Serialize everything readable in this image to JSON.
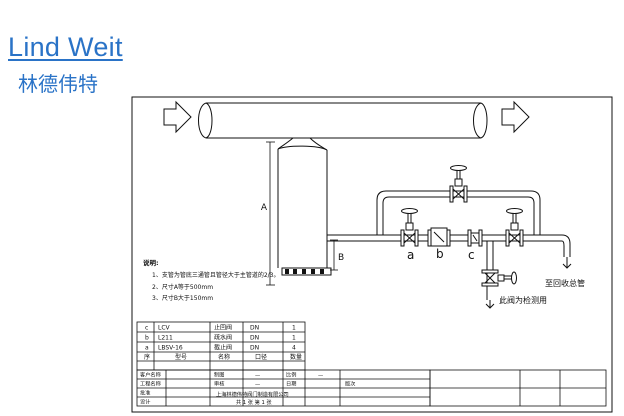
{
  "brand": {
    "title": "Lind Weit",
    "subtitle": "林德伟特"
  },
  "labels": {
    "dim_a": "A",
    "dim_b": "B",
    "valve_a": "a",
    "valve_b": "b",
    "valve_c": "c",
    "to_main": "至回收总管",
    "drain_note": "此阀为检测用"
  },
  "notes": {
    "heading": "说明:",
    "items": [
      "1、支管为管底三通管且管径大于主管道的2/3。",
      "2、尺寸A等于500mm",
      "3、尺寸B大于150mm"
    ]
  },
  "parts_table": {
    "rows": [
      {
        "code": "c",
        "model": "LCV",
        "name": "止回阀",
        "size": "DN",
        "qty": "1"
      },
      {
        "code": "b",
        "model": "L211",
        "name": "疏水阀",
        "size": "DN",
        "qty": "1"
      },
      {
        "code": "a",
        "model": "LBSV-16",
        "name": "截止阀",
        "size": "DN",
        "qty": "4"
      }
    ],
    "header": [
      "序",
      "型号",
      "名称",
      "口径",
      "数量"
    ]
  },
  "title_block": {
    "customer_label": "客户名称",
    "project_label": "工程名称",
    "drawn_label": "制图",
    "drawn_value": "—",
    "check_label": "审核",
    "check_value": "—",
    "scale_label": "比例",
    "scale_value": "—",
    "date_label": "日期",
    "approve_label": "批准",
    "design_label": "设计",
    "company": "上海林德伟特阀门制造有限公司",
    "sheet": "共 1 张 第 1 张",
    "version_label": "版次"
  }
}
